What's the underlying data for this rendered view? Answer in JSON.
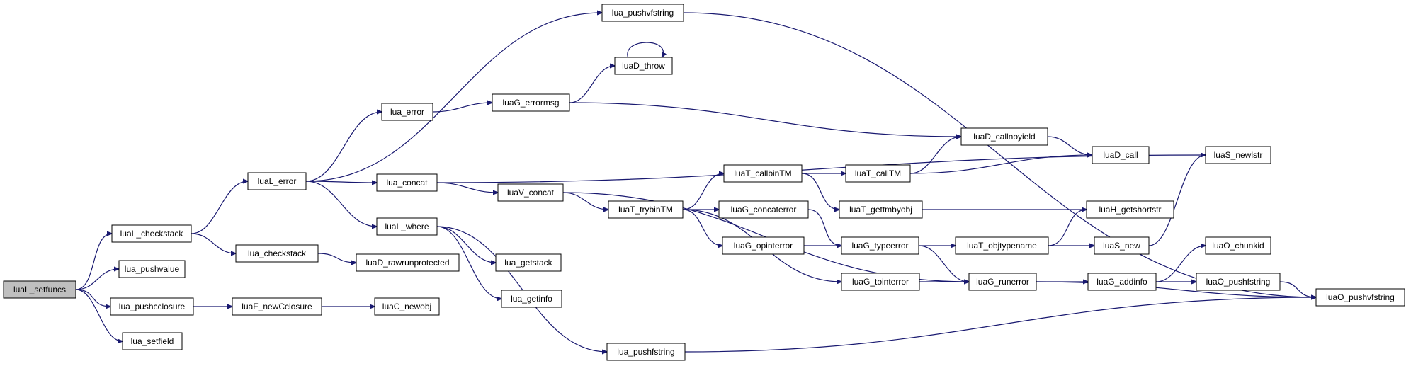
{
  "diagram": {
    "type": "call-graph",
    "colors": {
      "edge": "#191970",
      "root_fill": "#bfbfbf",
      "node_fill": "#ffffff",
      "node_border": "#000000"
    },
    "nodes": [
      {
        "id": "luaL_setfuncs",
        "label": "luaL_setfuncs",
        "root": true
      },
      {
        "id": "luaL_checkstack",
        "label": "luaL_checkstack"
      },
      {
        "id": "lua_pushvalue",
        "label": "lua_pushvalue"
      },
      {
        "id": "lua_pushcclosure",
        "label": "lua_pushcclosure"
      },
      {
        "id": "lua_setfield",
        "label": "lua_setfield"
      },
      {
        "id": "luaL_error",
        "label": "luaL_error"
      },
      {
        "id": "lua_checkstack",
        "label": "lua_checkstack"
      },
      {
        "id": "luaF_newCclosure",
        "label": "luaF_newCclosure"
      },
      {
        "id": "lua_pushvfstring",
        "label": "lua_pushvfstring"
      },
      {
        "id": "lua_error",
        "label": "lua_error"
      },
      {
        "id": "lua_concat",
        "label": "lua_concat"
      },
      {
        "id": "luaL_where",
        "label": "luaL_where"
      },
      {
        "id": "luaD_rawrunprotected",
        "label": "luaD_rawrunprotected"
      },
      {
        "id": "luaC_newobj",
        "label": "luaC_newobj"
      },
      {
        "id": "luaD_throw",
        "label": "luaD_throw"
      },
      {
        "id": "luaG_errormsg",
        "label": "luaG_errormsg"
      },
      {
        "id": "luaV_concat",
        "label": "luaV_concat"
      },
      {
        "id": "lua_getstack",
        "label": "lua_getstack"
      },
      {
        "id": "lua_getinfo",
        "label": "lua_getinfo"
      },
      {
        "id": "lua_pushfstring",
        "label": "lua_pushfstring"
      },
      {
        "id": "luaT_trybinTM",
        "label": "luaT_trybinTM"
      },
      {
        "id": "luaT_callbinTM",
        "label": "luaT_callbinTM"
      },
      {
        "id": "luaG_concaterror",
        "label": "luaG_concaterror"
      },
      {
        "id": "luaG_opinterror",
        "label": "luaG_opinterror"
      },
      {
        "id": "luaT_callTM",
        "label": "luaT_callTM"
      },
      {
        "id": "luaT_gettmbyobj",
        "label": "luaT_gettmbyobj"
      },
      {
        "id": "luaG_typeerror",
        "label": "luaG_typeerror"
      },
      {
        "id": "luaG_tointerror",
        "label": "luaG_tointerror"
      },
      {
        "id": "luaD_callnoyield",
        "label": "luaD_callnoyield"
      },
      {
        "id": "luaT_objtypename",
        "label": "luaT_objtypename"
      },
      {
        "id": "luaG_runerror",
        "label": "luaG_runerror"
      },
      {
        "id": "luaD_call",
        "label": "luaD_call"
      },
      {
        "id": "luaH_getshortstr",
        "label": "luaH_getshortstr"
      },
      {
        "id": "luaS_new",
        "label": "luaS_new"
      },
      {
        "id": "luaG_addinfo",
        "label": "luaG_addinfo"
      },
      {
        "id": "luaS_newlstr",
        "label": "luaS_newlstr"
      },
      {
        "id": "luaO_chunkid",
        "label": "luaO_chunkid"
      },
      {
        "id": "luaO_pushfstring",
        "label": "luaO_pushfstring"
      },
      {
        "id": "luaO_pushvfstring",
        "label": "luaO_pushvfstring"
      }
    ],
    "edges": [
      {
        "from": "luaL_setfuncs",
        "to": "luaL_checkstack"
      },
      {
        "from": "luaL_setfuncs",
        "to": "lua_pushvalue"
      },
      {
        "from": "luaL_setfuncs",
        "to": "lua_pushcclosure"
      },
      {
        "from": "luaL_setfuncs",
        "to": "lua_setfield"
      },
      {
        "from": "luaL_checkstack",
        "to": "luaL_error"
      },
      {
        "from": "luaL_checkstack",
        "to": "lua_checkstack"
      },
      {
        "from": "lua_pushcclosure",
        "to": "luaF_newCclosure"
      },
      {
        "from": "luaL_error",
        "to": "lua_pushvfstring"
      },
      {
        "from": "luaL_error",
        "to": "lua_error"
      },
      {
        "from": "luaL_error",
        "to": "lua_concat"
      },
      {
        "from": "luaL_error",
        "to": "luaL_where"
      },
      {
        "from": "lua_checkstack",
        "to": "luaD_rawrunprotected"
      },
      {
        "from": "luaF_newCclosure",
        "to": "luaC_newobj"
      },
      {
        "from": "lua_pushvfstring",
        "to": "luaO_pushvfstring"
      },
      {
        "from": "lua_error",
        "to": "luaG_errormsg"
      },
      {
        "from": "lua_concat",
        "to": "luaS_newlstr"
      },
      {
        "from": "lua_concat",
        "to": "luaV_concat"
      },
      {
        "from": "luaL_where",
        "to": "lua_getstack"
      },
      {
        "from": "luaL_where",
        "to": "lua_getinfo"
      },
      {
        "from": "luaL_where",
        "to": "lua_pushfstring"
      },
      {
        "from": "luaD_throw",
        "to": "luaD_throw"
      },
      {
        "from": "luaG_errormsg",
        "to": "luaD_throw"
      },
      {
        "from": "luaG_errormsg",
        "to": "luaD_callnoyield"
      },
      {
        "from": "luaV_concat",
        "to": "luaT_trybinTM"
      },
      {
        "from": "luaV_concat",
        "to": "luaG_runerror"
      },
      {
        "from": "lua_pushfstring",
        "to": "luaO_pushvfstring"
      },
      {
        "from": "luaT_trybinTM",
        "to": "luaT_callbinTM"
      },
      {
        "from": "luaT_trybinTM",
        "to": "luaG_concaterror"
      },
      {
        "from": "luaT_trybinTM",
        "to": "luaG_opinterror"
      },
      {
        "from": "luaT_trybinTM",
        "to": "luaG_tointerror"
      },
      {
        "from": "luaT_callbinTM",
        "to": "luaT_callTM"
      },
      {
        "from": "luaT_callbinTM",
        "to": "luaT_gettmbyobj"
      },
      {
        "from": "luaG_concaterror",
        "to": "luaG_typeerror"
      },
      {
        "from": "luaG_opinterror",
        "to": "luaG_typeerror"
      },
      {
        "from": "luaT_callTM",
        "to": "luaD_callnoyield"
      },
      {
        "from": "luaT_callTM",
        "to": "luaD_call"
      },
      {
        "from": "luaT_gettmbyobj",
        "to": "luaH_getshortstr"
      },
      {
        "from": "luaG_typeerror",
        "to": "luaT_objtypename"
      },
      {
        "from": "luaG_typeerror",
        "to": "luaG_runerror"
      },
      {
        "from": "luaG_tointerror",
        "to": "luaG_runerror"
      },
      {
        "from": "luaD_callnoyield",
        "to": "luaD_call"
      },
      {
        "from": "luaT_objtypename",
        "to": "luaH_getshortstr"
      },
      {
        "from": "luaT_objtypename",
        "to": "luaS_new"
      },
      {
        "from": "luaG_runerror",
        "to": "luaG_addinfo"
      },
      {
        "from": "luaG_runerror",
        "to": "luaO_pushvfstring"
      },
      {
        "from": "luaS_new",
        "to": "luaS_newlstr"
      },
      {
        "from": "luaG_addinfo",
        "to": "luaO_chunkid"
      },
      {
        "from": "luaG_addinfo",
        "to": "luaO_pushfstring"
      },
      {
        "from": "luaO_pushfstring",
        "to": "luaO_pushvfstring"
      }
    ]
  }
}
